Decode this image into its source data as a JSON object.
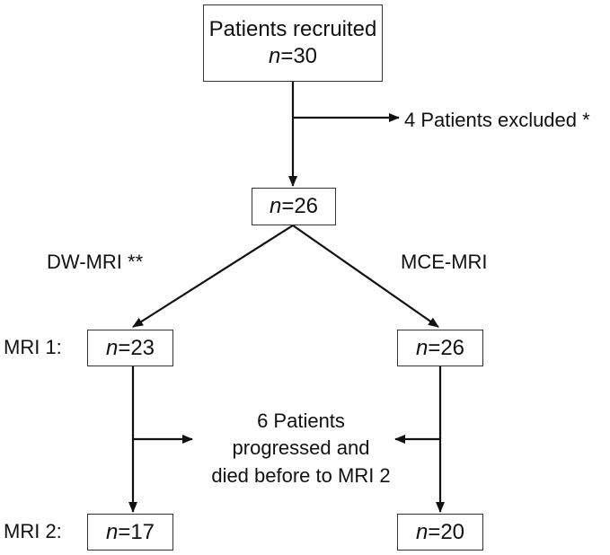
{
  "boxes": {
    "recruited": {
      "title": "Patients recruited",
      "n_prefix": "n",
      "n_value": "=30"
    },
    "after_exclusion": {
      "n_prefix": "n",
      "n_value": "=26"
    },
    "dw_mri1": {
      "n_prefix": "n",
      "n_value": "=23"
    },
    "mce_mri1": {
      "n_prefix": "n",
      "n_value": "=26"
    },
    "dw_mri2": {
      "n_prefix": "n",
      "n_value": "=17"
    },
    "mce_mri2": {
      "n_prefix": "n",
      "n_value": "=20"
    }
  },
  "labels": {
    "excluded": "4 Patients excluded *",
    "branch_left": "DW-MRI **",
    "branch_right": "MCE-MRI",
    "row1": "MRI 1:",
    "row2": "MRI 2:",
    "progressed": [
      "6 Patients",
      "progressed and",
      "died before to MRI 2"
    ]
  },
  "colors": {
    "line": "#111111",
    "box_border": "#333333"
  }
}
